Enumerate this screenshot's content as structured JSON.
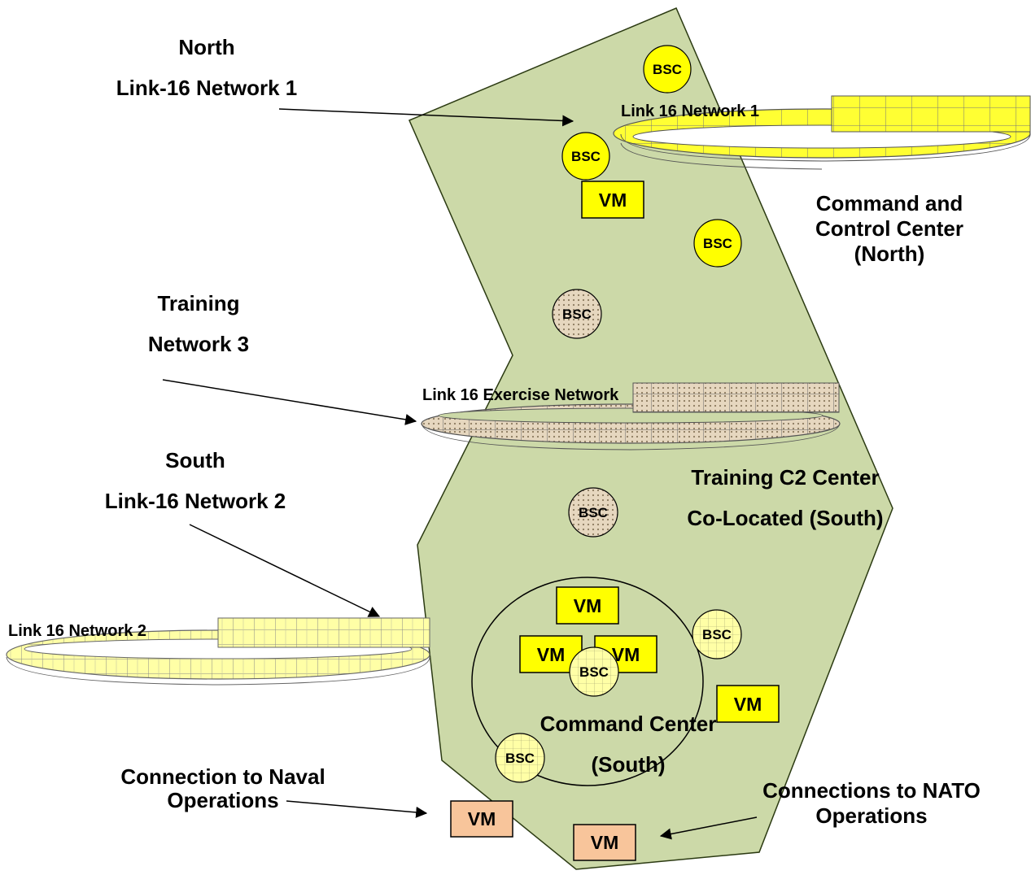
{
  "labels": {
    "north_title": "North",
    "north_network": "Link-16 Network 1",
    "training_title": "Training",
    "training_network": "Network 3",
    "south_title": "South",
    "south_network": "Link-16 Network 2",
    "naval_line1": "Connection to Naval",
    "naval_line2": "Operations",
    "nato_line1": "Connections to NATO",
    "nato_line2": "Operations",
    "c2_north_line1": "Command and",
    "c2_north_line2": "Control Center",
    "c2_north_line3": "(North)",
    "training_c2_line1": "Training C2 Center",
    "training_c2_line2": "Co-Located (South)",
    "command_center_line1": "Command Center",
    "command_center_line2": "(South)"
  },
  "rings": {
    "net1": "Link 16 Network 1",
    "exercise": "Link 16 Exercise Network",
    "net2": "Link 16 Network 2"
  },
  "nodes": {
    "bsc": "BSC",
    "vm": "VM"
  },
  "colors": {
    "region_fill": "#ccd9a8",
    "region_stroke": "#2b3a12",
    "yellow": "#ffff00",
    "pale_yellow": "#ffff99",
    "exercise_tan": "#d9c6a8",
    "orange_vm": "#f8c59b"
  }
}
